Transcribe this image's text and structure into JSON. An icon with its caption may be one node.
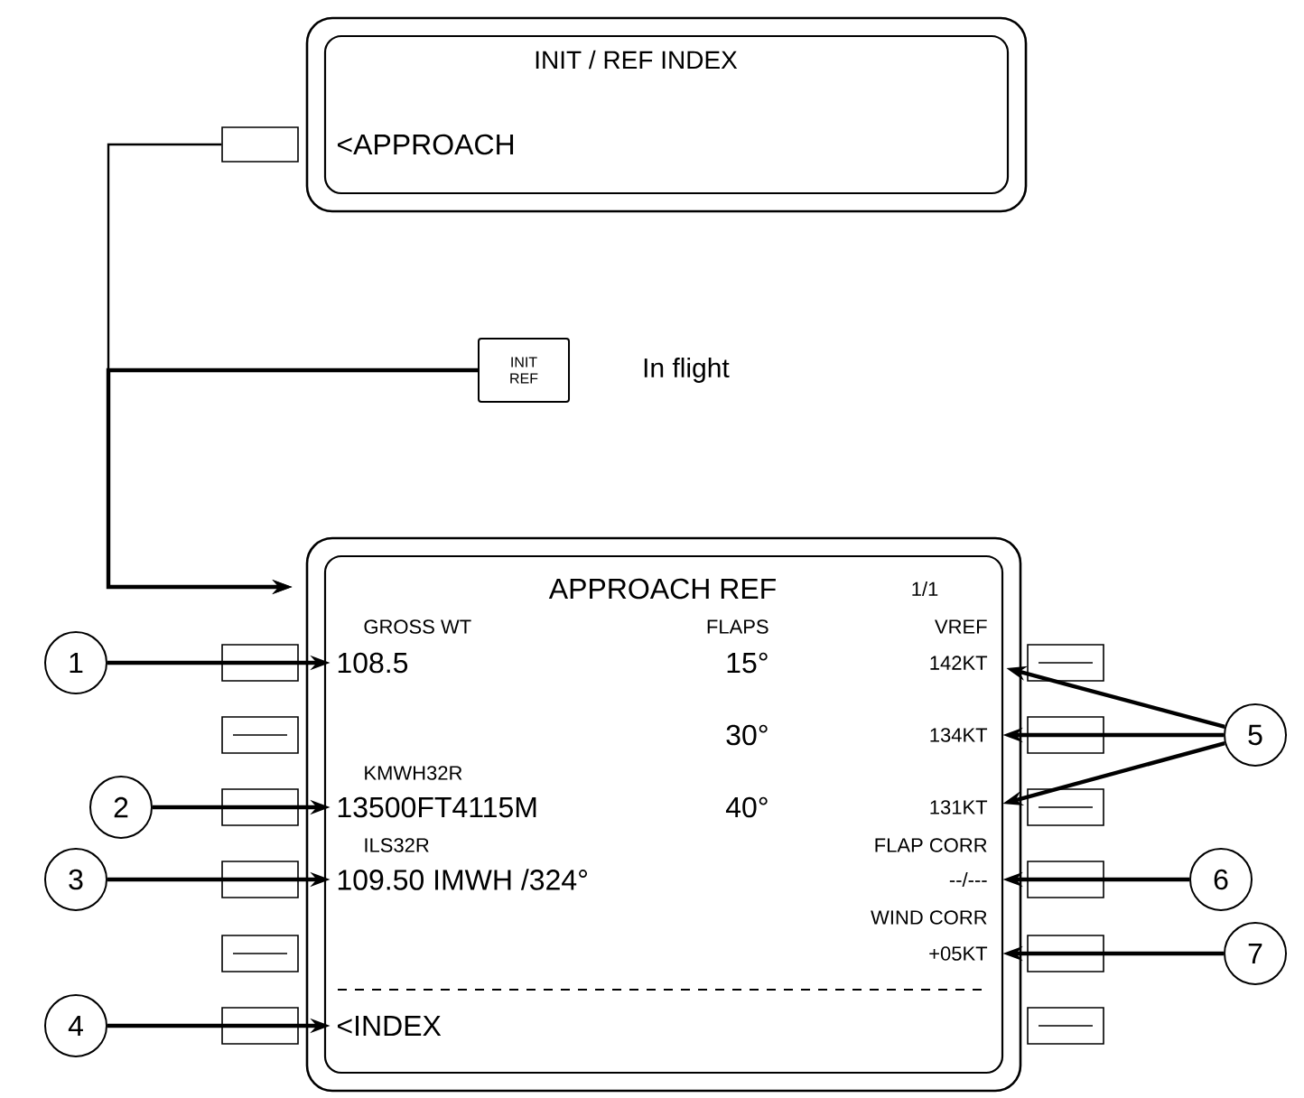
{
  "diagram": {
    "nodes": [
      {
        "text": [
          "INIT / REF INDEX"
        ]
      },
      {
        "text": [],
        "shape": "box"
      },
      {
        "text": [
          "INIT REF"
        ],
        "beside": [
          "In flight"
        ]
      },
      {
        "text": [
          "APPROACH REF"
        ]
      },
      {
        "text": [
          "1"
        ]
      },
      {
        "text": [
          "2"
        ]
      },
      {
        "text": [
          "3"
        ]
      },
      {
        "text": [
          "4"
        ]
      },
      {
        "text": [
          "5"
        ]
      },
      {
        "text": [
          "6"
        ]
      },
      {
        "text": [
          "7"
        ]
      }
    ],
    "edges": [
      {
        "from": 1,
        "to": 3,
        "arrow": "to"
      },
      {
        "from": 2,
        "to": 3,
        "arrow": "to"
      },
      {
        "from": 4,
        "to": 3,
        "arrow": "to"
      },
      {
        "from": 5,
        "to": 3,
        "arrow": "to"
      },
      {
        "from": 6,
        "to": 3,
        "arrow": "to"
      },
      {
        "from": 7,
        "to": 3,
        "arrow": "to"
      },
      {
        "from": 8,
        "to": 3,
        "arrow": "to"
      },
      {
        "from": 8,
        "to": 3,
        "arrow": "to"
      },
      {
        "from": 8,
        "to": 3,
        "arrow": "to"
      },
      {
        "from": 9,
        "to": 3,
        "arrow": "to"
      },
      {
        "from": 10,
        "to": 3,
        "arrow": "to"
      }
    ],
    "labels": [
      "<APPROACH",
      "1/1",
      "GROSS WT",
      "FLAPS",
      "VREF",
      "108.5",
      "15°",
      "142KT",
      "30°",
      "134KT",
      "KMWH32R",
      "13500FT4115M",
      "40°",
      "131KT",
      "ILS32R",
      "FLAP CORR",
      "109.50 IMWH /324°",
      "--/---",
      "WIND CORR",
      "+05KT",
      "<INDEX"
    ]
  }
}
